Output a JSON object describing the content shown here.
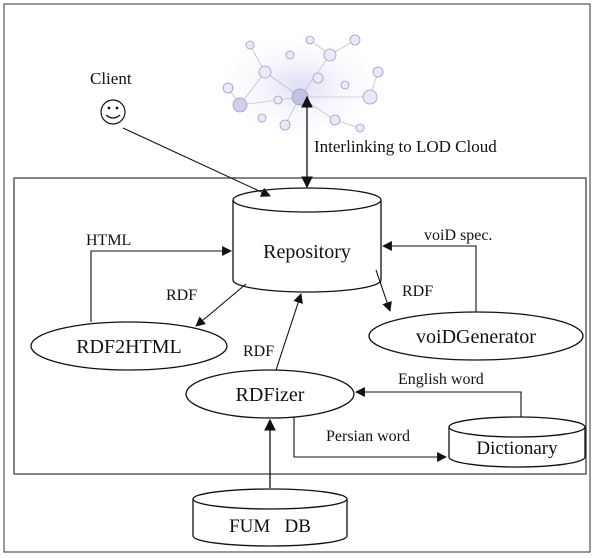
{
  "client_label": "Client",
  "lod_label": "Interlinking to LOD Cloud",
  "nodes": {
    "repository": "Repository",
    "rdf2html": "RDF2HTML",
    "voidgenerator": "voiDGenerator",
    "rdfizer": "RDFizer",
    "dictionary": "Dictionary",
    "fumdb": "FUM   DB"
  },
  "edges": {
    "html": "HTML",
    "rdf_to_rdf2html": "RDF",
    "void_spec": "voiD spec.",
    "rdf_to_void": "RDF",
    "rdf_from_rdfizer": "RDF",
    "english_word": "English word",
    "persian_word": "Persian word"
  }
}
